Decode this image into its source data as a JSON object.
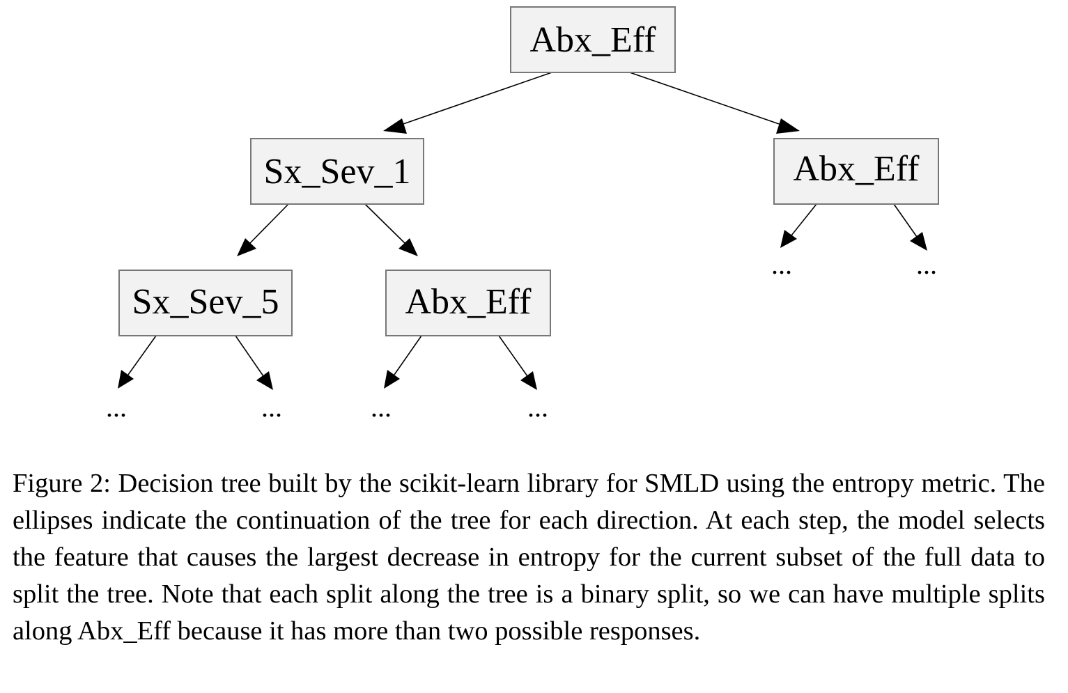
{
  "diagram": {
    "nodes": [
      {
        "id": "root",
        "label": "Abx_Eff"
      },
      {
        "id": "left",
        "label": "Sx_Sev_1"
      },
      {
        "id": "right",
        "label": "Abx_Eff"
      },
      {
        "id": "left-left",
        "label": "Sx_Sev_5"
      },
      {
        "id": "left-right",
        "label": "Abx_Eff"
      }
    ],
    "continuation": "...",
    "edges": [
      {
        "from": "root",
        "to": "left"
      },
      {
        "from": "root",
        "to": "right"
      },
      {
        "from": "left",
        "to": "left-left"
      },
      {
        "from": "left",
        "to": "left-right"
      },
      {
        "from": "right",
        "to": "..."
      },
      {
        "from": "right",
        "to": "..."
      },
      {
        "from": "left-left",
        "to": "..."
      },
      {
        "from": "left-left",
        "to": "..."
      },
      {
        "from": "left-right",
        "to": "..."
      },
      {
        "from": "left-right",
        "to": "..."
      }
    ]
  },
  "caption": "Figure 2: Decision tree built by the scikit-learn library for SMLD using the entropy metric. The ellipses indicate the continuation of the tree for each direction. At each step, the model selects the feature that causes the largest decrease in entropy for the current subset of the full data to split the tree. Note that each split along the tree is a binary split, so we can have multiple splits along Abx_Eff because it has more than two possible responses."
}
